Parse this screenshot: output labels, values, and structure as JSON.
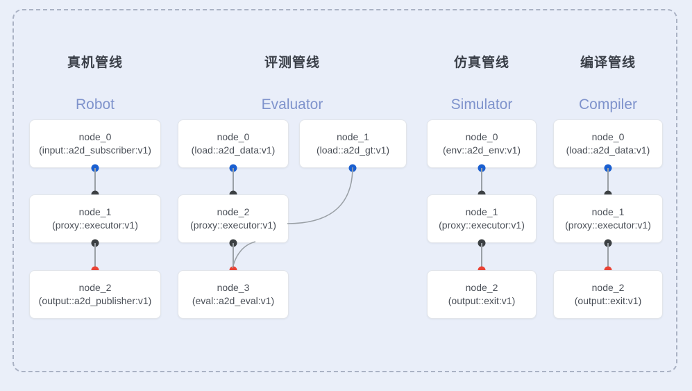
{
  "diagram": {
    "background_color": "#eaeff9",
    "panel_color": "#e9eef9",
    "border_color": "#aab2c4",
    "accent_title_color": "#7f93cc",
    "port_in_color": "#1a5fd0",
    "port_mid_color": "#3c4043",
    "port_out_color": "#ea4335",
    "edge_color": "#9aa0a6"
  },
  "columns": [
    {
      "id": "robot",
      "title": "真机管线",
      "subtitle": "Robot",
      "nodes": [
        {
          "name": "node_0",
          "spec": "(input::a2d_subscriber:v1)"
        },
        {
          "name": "node_1",
          "spec": "(proxy::executor:v1)"
        },
        {
          "name": "node_2",
          "spec": "(output::a2d_publisher:v1)"
        }
      ]
    },
    {
      "id": "evaluator",
      "title": "评测管线",
      "subtitle": "Evaluator",
      "nodes": [
        {
          "name": "node_0",
          "spec": "(load::a2d_data:v1)"
        },
        {
          "name": "node_2",
          "spec": "(proxy::executor:v1)"
        },
        {
          "name": "node_3",
          "spec": "(eval::a2d_eval:v1)"
        },
        {
          "name": "node_1",
          "spec": "(load::a2d_gt:v1)"
        }
      ]
    },
    {
      "id": "simulator",
      "title": "仿真管线",
      "subtitle": "Simulator",
      "nodes": [
        {
          "name": "node_0",
          "spec": "(env::a2d_env:v1)"
        },
        {
          "name": "node_1",
          "spec": "(proxy::executor:v1)"
        },
        {
          "name": "node_2",
          "spec": "(output::exit:v1)"
        }
      ]
    },
    {
      "id": "compiler",
      "title": "编译管线",
      "subtitle": "Compiler",
      "nodes": [
        {
          "name": "node_0",
          "spec": "(load::a2d_data:v1)"
        },
        {
          "name": "node_1",
          "spec": "(proxy::executor:v1)"
        },
        {
          "name": "node_2",
          "spec": "(output::exit:v1)"
        }
      ]
    }
  ]
}
